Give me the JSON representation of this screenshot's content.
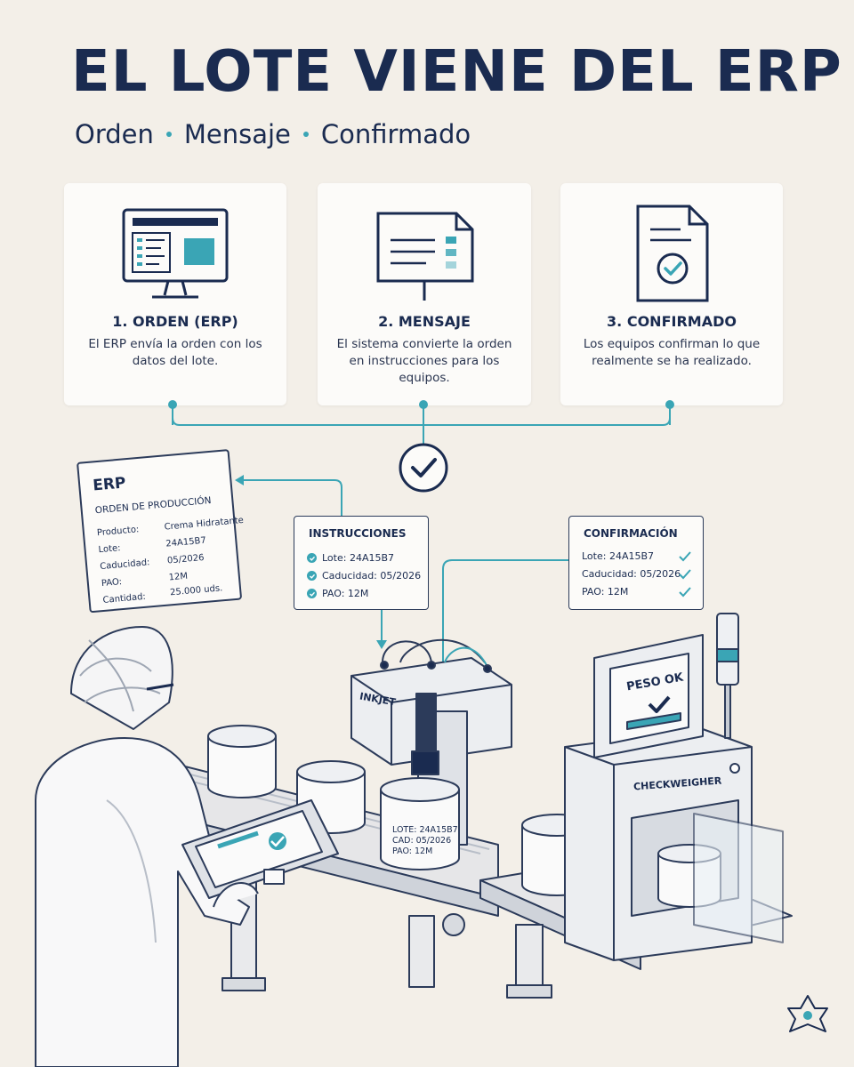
{
  "title": "EL LOTE VIENE DEL ERP",
  "subtitle": [
    "Orden",
    "Mensaje",
    "Confirmado"
  ],
  "steps": [
    {
      "title": "1. ORDEN (ERP)",
      "desc": "El ERP envía la orden con los datos del lote.",
      "icon": "monitor-icon"
    },
    {
      "title": "2. MENSAJE",
      "desc": "El sistema convierte la orden en instrucciones para los equipos.",
      "icon": "message-document-icon"
    },
    {
      "title": "3. CONFIRMADO",
      "desc": "Los equipos confirman lo que realmente se ha realizado.",
      "icon": "confirmed-document-icon"
    }
  ],
  "erp_panel": {
    "title": "ERP",
    "subtitle": "ORDEN DE PRODUCCIÓN",
    "rows": [
      {
        "label": "Producto:",
        "value": "Crema Hidratante"
      },
      {
        "label": "Lote:",
        "value": "24A15B7"
      },
      {
        "label": "Caducidad:",
        "value": "05/2026"
      },
      {
        "label": "PAO:",
        "value": "12M"
      },
      {
        "label": "Cantidad:",
        "value": "25.000 uds."
      }
    ]
  },
  "instrucciones": {
    "title": "INSTRUCCIONES",
    "rows": [
      "Lote: 24A15B7",
      "Caducidad: 05/2026",
      "PAO: 12M"
    ]
  },
  "confirmacion": {
    "title": "CONFIRMACIÓN",
    "rows": [
      "Lote: 24A15B7",
      "Caducidad: 05/2026",
      "PAO: 12M"
    ]
  },
  "machines": {
    "inkjet": "INKJET",
    "checkweigher": "CHECKWEIGHER",
    "screen": "PESO OK"
  },
  "jar_label": [
    "LOTE: 24A15B7",
    "CAD: 05/2026",
    "PAO: 12M"
  ],
  "colors": {
    "navy": "#1a2b50",
    "teal": "#3aa5b5",
    "background": "#f3efe8"
  }
}
